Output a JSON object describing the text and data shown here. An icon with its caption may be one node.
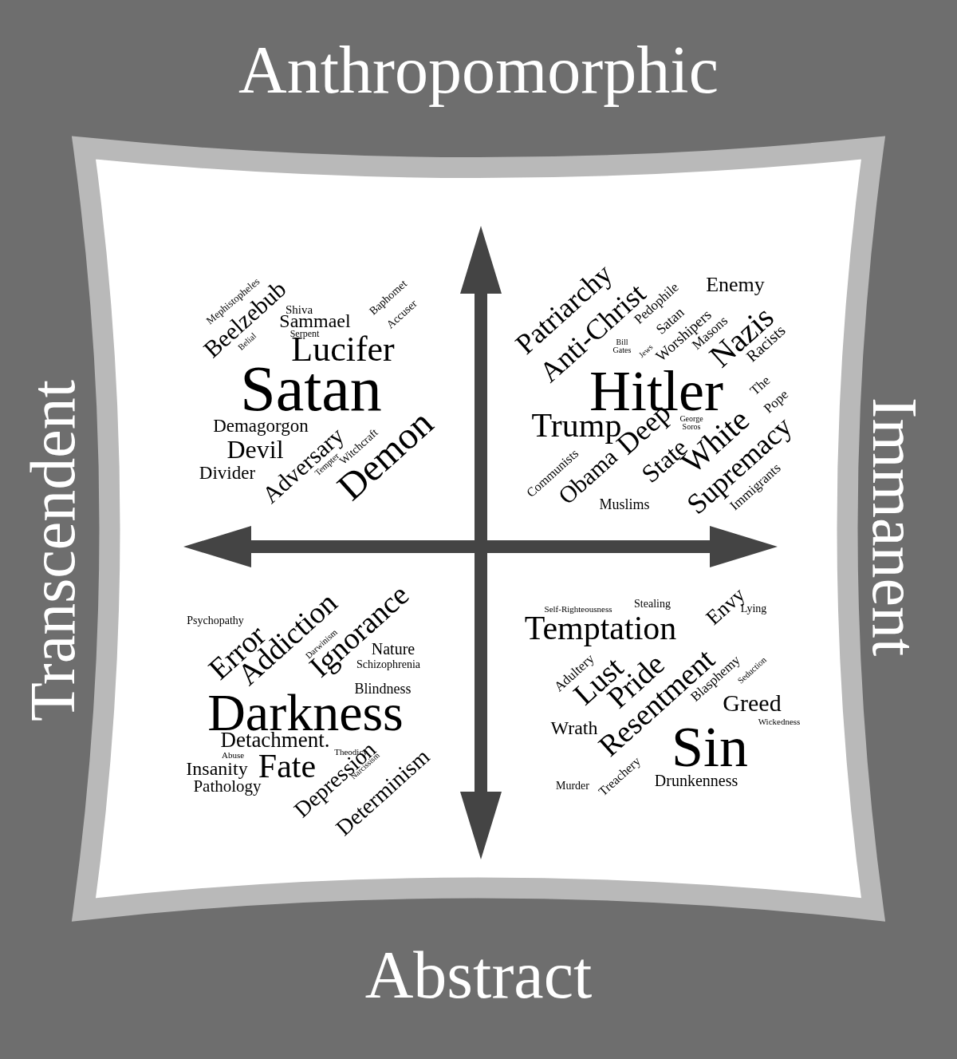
{
  "diagram": {
    "labels": [
      "Anthropomorphic",
      "Transcendent",
      "Immanent",
      "Abstract",
      "Mephistopheles",
      "Beelzebub",
      "Shiva",
      "Sammael",
      "Serpent",
      "Belial",
      "Baphomet",
      "Accuser",
      "Lucifer",
      "Satan",
      "Demagorgon",
      "Devil",
      "Divider",
      "Adversary",
      "Tempter",
      "Witchcraft",
      "Demon",
      "Patriarchy",
      "Anti-Christ",
      "Pedophile",
      "Enemy",
      "Bill Gates",
      "Jews",
      "Satan",
      "Worshipers",
      "Masons",
      "Nazis",
      "Racists",
      "Hitler",
      "The",
      "Pope",
      "Trump",
      "George Soros",
      "Deep",
      "Communists",
      "Obama",
      "State",
      "White",
      "Supremacy",
      "Muslims",
      "Immigrants",
      "Psychopathy",
      "Error",
      "Addiction",
      "Darwinism",
      "Ignorance",
      "Nature",
      "Schizophrenia",
      "Blindness",
      "Darkness",
      "Detachment.",
      "Abuse",
      "Theodicy",
      "Insanity",
      "Fate",
      "Pathology",
      "Depression",
      "Narcissism",
      "Determinism",
      "Self-Righteousness",
      "Stealing",
      "Lying",
      "Envy",
      "Temptation",
      "Adultery",
      "Lust",
      "Pride",
      "Resentment",
      "Blasphemy",
      "Seduction",
      "Greed",
      "Wickedness",
      "Wrath",
      "Sin",
      "Treachery",
      "Murder",
      "Drunkenness"
    ]
  }
}
